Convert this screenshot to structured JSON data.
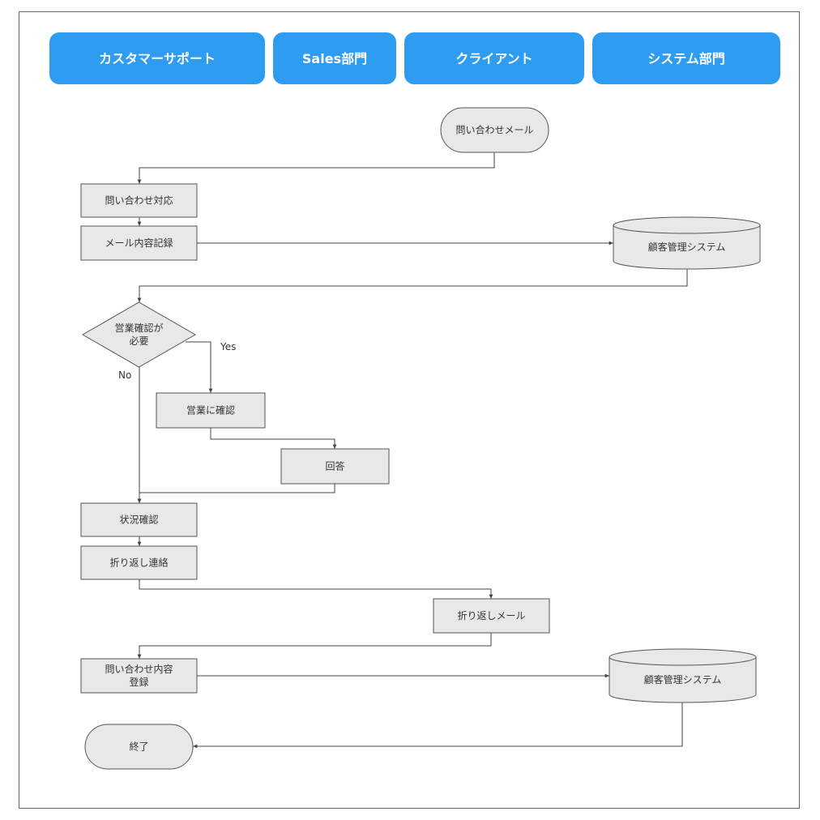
{
  "colors": {
    "lane_header": "#2e9cf0",
    "lane_text": "#ffffff",
    "node_fill": "#e8e8e8",
    "node_stroke": "#555555",
    "edge": "#444444"
  },
  "lanes": [
    {
      "id": "lane-customer-support",
      "label": "カスタマーサポート"
    },
    {
      "id": "lane-sales",
      "label": "Sales部門"
    },
    {
      "id": "lane-client",
      "label": "クライアント"
    },
    {
      "id": "lane-system",
      "label": "システム部門"
    }
  ],
  "nodes": [
    {
      "id": "inquiry-mail",
      "shape": "terminal",
      "lines": [
        "問い合わせメール"
      ]
    },
    {
      "id": "inquiry-response",
      "shape": "process",
      "lines": [
        "問い合わせ対応"
      ]
    },
    {
      "id": "record-mail",
      "shape": "process",
      "lines": [
        "メール内容記録"
      ]
    },
    {
      "id": "crm-system-1",
      "shape": "database",
      "lines": [
        "顧客管理システム"
      ]
    },
    {
      "id": "sales-check-needed",
      "shape": "decision",
      "lines": [
        "営業確認が",
        "必要"
      ]
    },
    {
      "id": "confirm-with-sales",
      "shape": "process",
      "lines": [
        "営業に確認"
      ]
    },
    {
      "id": "answer",
      "shape": "process",
      "lines": [
        "回答"
      ]
    },
    {
      "id": "status-check",
      "shape": "process",
      "lines": [
        "状況確認"
      ]
    },
    {
      "id": "callback-contact",
      "shape": "process",
      "lines": [
        "折り返し連絡"
      ]
    },
    {
      "id": "callback-mail",
      "shape": "process",
      "lines": [
        "折り返しメール"
      ]
    },
    {
      "id": "register-inquiry",
      "shape": "process",
      "lines": [
        "問い合わせ内容",
        "登録"
      ]
    },
    {
      "id": "crm-system-2",
      "shape": "database",
      "lines": [
        "顧客管理システム"
      ]
    },
    {
      "id": "end",
      "shape": "terminal",
      "lines": [
        "終了"
      ]
    }
  ],
  "edges": [
    {
      "id": "edge-inquiry-mail-to-response",
      "from": "inquiry-mail",
      "to": "inquiry-response",
      "label": ""
    },
    {
      "id": "edge-response-to-record",
      "from": "inquiry-response",
      "to": "record-mail",
      "label": ""
    },
    {
      "id": "edge-record-to-crm1",
      "from": "record-mail",
      "to": "crm-system-1",
      "label": ""
    },
    {
      "id": "edge-crm1-to-decision",
      "from": "crm-system-1",
      "to": "sales-check-needed",
      "label": ""
    },
    {
      "id": "edge-decision-yes",
      "from": "sales-check-needed",
      "to": "confirm-with-sales",
      "label": "Yes"
    },
    {
      "id": "edge-decision-no",
      "from": "sales-check-needed",
      "to": "status-check",
      "label": "No"
    },
    {
      "id": "edge-confirm-to-answer",
      "from": "confirm-with-sales",
      "to": "answer",
      "label": ""
    },
    {
      "id": "edge-answer-to-status",
      "from": "answer",
      "to": "status-check",
      "label": ""
    },
    {
      "id": "edge-status-to-callback",
      "from": "status-check",
      "to": "callback-contact",
      "label": ""
    },
    {
      "id": "edge-callback-to-mail",
      "from": "callback-contact",
      "to": "callback-mail",
      "label": ""
    },
    {
      "id": "edge-mail-to-register",
      "from": "callback-mail",
      "to": "register-inquiry",
      "label": ""
    },
    {
      "id": "edge-register-to-crm2",
      "from": "register-inquiry",
      "to": "crm-system-2",
      "label": ""
    },
    {
      "id": "edge-crm2-to-end",
      "from": "crm-system-2",
      "to": "end",
      "label": ""
    }
  ]
}
